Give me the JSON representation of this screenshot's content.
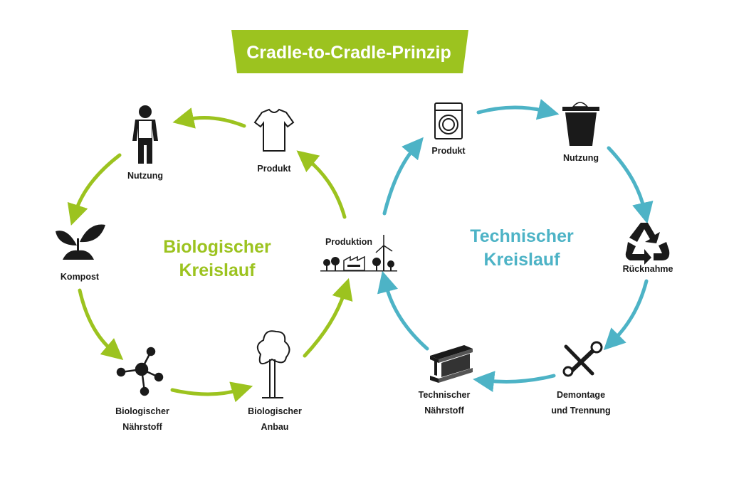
{
  "title": "Cradle-to-Cradle-Prinzip",
  "colors": {
    "green": "#9cc31f",
    "teal": "#4db3c6",
    "icon": "#1a1a1a"
  },
  "center": {
    "label": "Produktion",
    "icon": "factory-windturbine-icon"
  },
  "biological": {
    "title_line1": "Biologischer",
    "title_line2": "Kreislauf",
    "nodes": [
      {
        "label": "Produkt",
        "icon": "tshirt-icon"
      },
      {
        "label": "Nutzung",
        "icon": "person-icon"
      },
      {
        "label": "Kompost",
        "icon": "sprout-icon"
      },
      {
        "label_line1": "Biologischer",
        "label_line2": "Nährstoff",
        "icon": "molecule-icon"
      },
      {
        "label_line1": "Biologischer",
        "label_line2": "Anbau",
        "icon": "tree-icon"
      }
    ]
  },
  "technical": {
    "title_line1": "Technischer",
    "title_line2": "Kreislauf",
    "nodes": [
      {
        "label": "Produkt",
        "icon": "washing-machine-icon"
      },
      {
        "label": "Nutzung",
        "icon": "bucket-icon"
      },
      {
        "label": "Rücknahme",
        "icon": "recycle-icon"
      },
      {
        "label_line1": "Demontage",
        "label_line2": "und Trennung",
        "icon": "tools-icon"
      },
      {
        "label_line1": "Technischer",
        "label_line2": "Nährstoff",
        "icon": "steel-beam-icon"
      }
    ]
  }
}
